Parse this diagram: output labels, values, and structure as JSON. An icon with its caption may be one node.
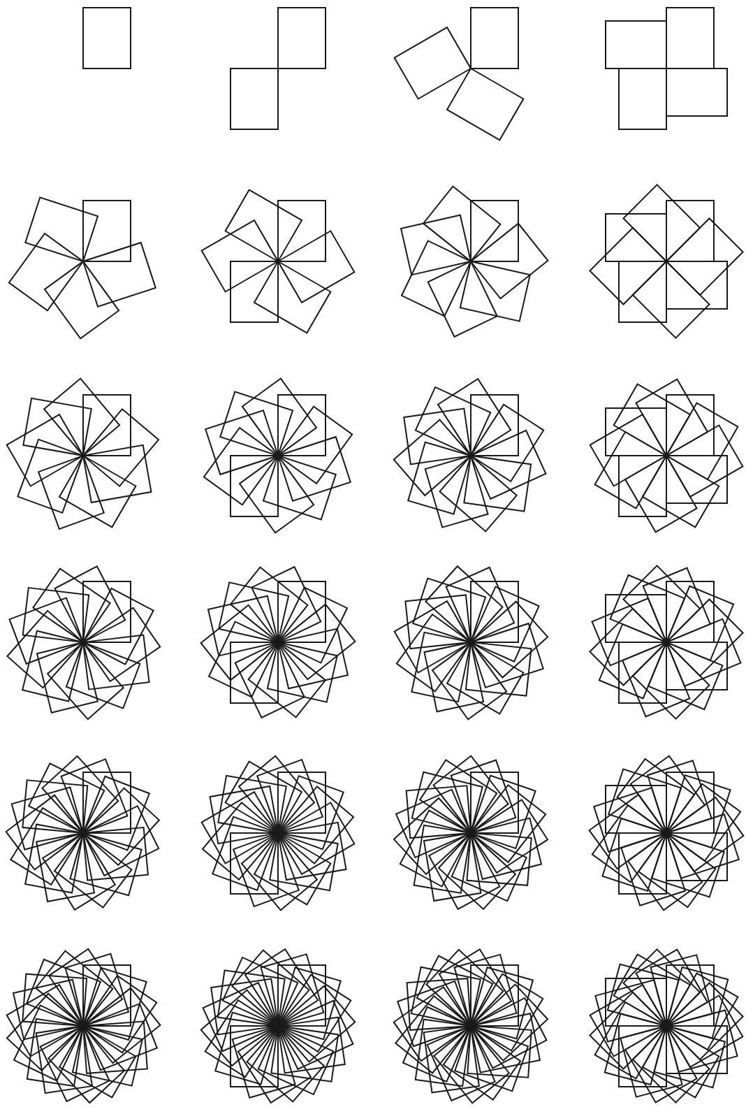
{
  "diagram": {
    "nodes": [
      {
        "text": [],
        "shape": "box"
      },
      {
        "text": [],
        "shape": "picture"
      },
      {
        "text": [],
        "shape": "picture"
      },
      {
        "text": [],
        "shape": "picture"
      },
      {
        "text": [],
        "shape": "picture"
      },
      {
        "text": [],
        "shape": "picture"
      },
      {
        "text": [],
        "shape": "picture"
      },
      {
        "text": [],
        "shape": "picture"
      },
      {
        "text": [],
        "shape": "picture"
      },
      {
        "text": [],
        "shape": "picture"
      },
      {
        "text": [],
        "shape": "picture"
      },
      {
        "text": [],
        "shape": "picture"
      },
      {
        "text": [],
        "shape": "picture"
      },
      {
        "text": [],
        "shape": "picture"
      },
      {
        "text": [],
        "shape": "picture"
      },
      {
        "text": [],
        "shape": "picture"
      },
      {
        "text": [],
        "shape": "picture"
      },
      {
        "text": [],
        "shape": "picture"
      },
      {
        "text": [],
        "shape": "picture"
      },
      {
        "text": [],
        "shape": "picture"
      },
      {
        "text": [],
        "shape": "picture"
      },
      {
        "text": [],
        "shape": "picture"
      },
      {
        "text": [],
        "shape": "picture"
      },
      {
        "text": [],
        "shape": "picture"
      }
    ]
  }
}
